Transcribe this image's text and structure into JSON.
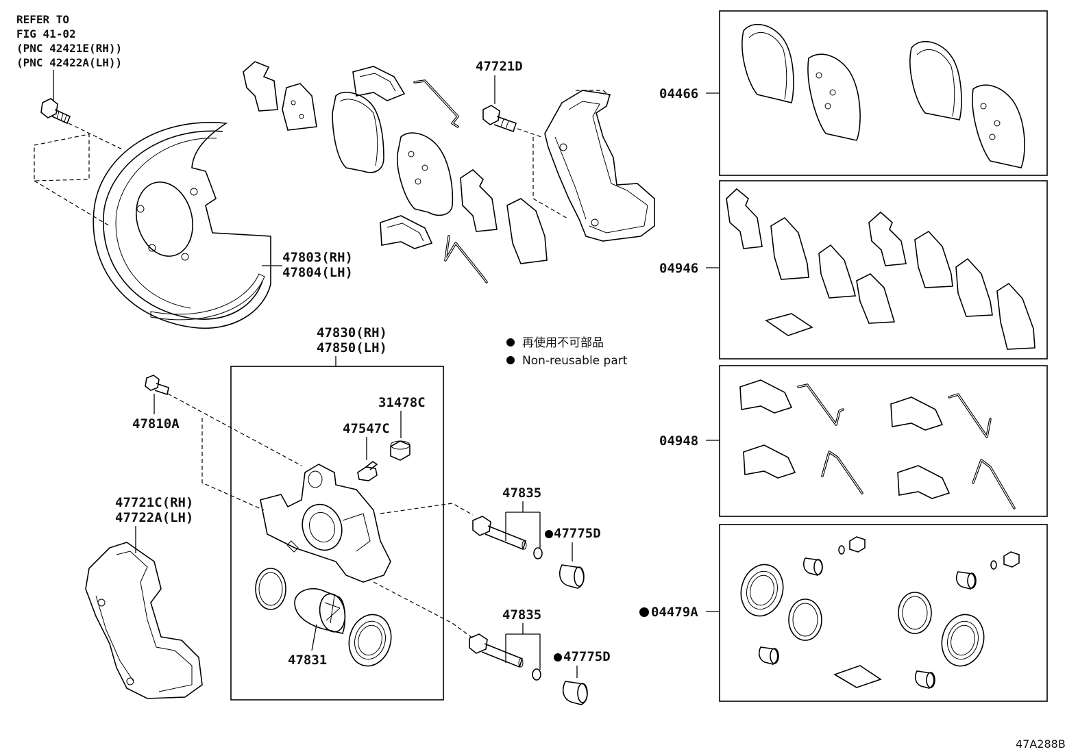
{
  "refer_note": {
    "lines": [
      "REFER TO",
      "FIG 41-02",
      "(PNC 42421E(RH))",
      "(PNC 42422A(LH))"
    ]
  },
  "labels": {
    "p47721D": "47721D",
    "p47803": "47803(RH)",
    "p47804": "47804(LH)",
    "p47830": "47830(RH)",
    "p47850": "47850(LH)",
    "p31478C": "31478C",
    "p47547C": "47547C",
    "p47810A": "47810A",
    "p47721C": "47721C(RH)",
    "p47722A": "47722A(LH)",
    "p47835a": "47835",
    "p47775Da": "47775D",
    "p47835b": "47835",
    "p47775Db": "47775D",
    "p47831": "47831",
    "k04466": "04466",
    "k04946": "04946",
    "k04948": "04948",
    "k04479A": "04479A"
  },
  "legend": {
    "jp": "再使用不可部品",
    "en": "Non-reusable part"
  },
  "figure_code": "47A288B"
}
